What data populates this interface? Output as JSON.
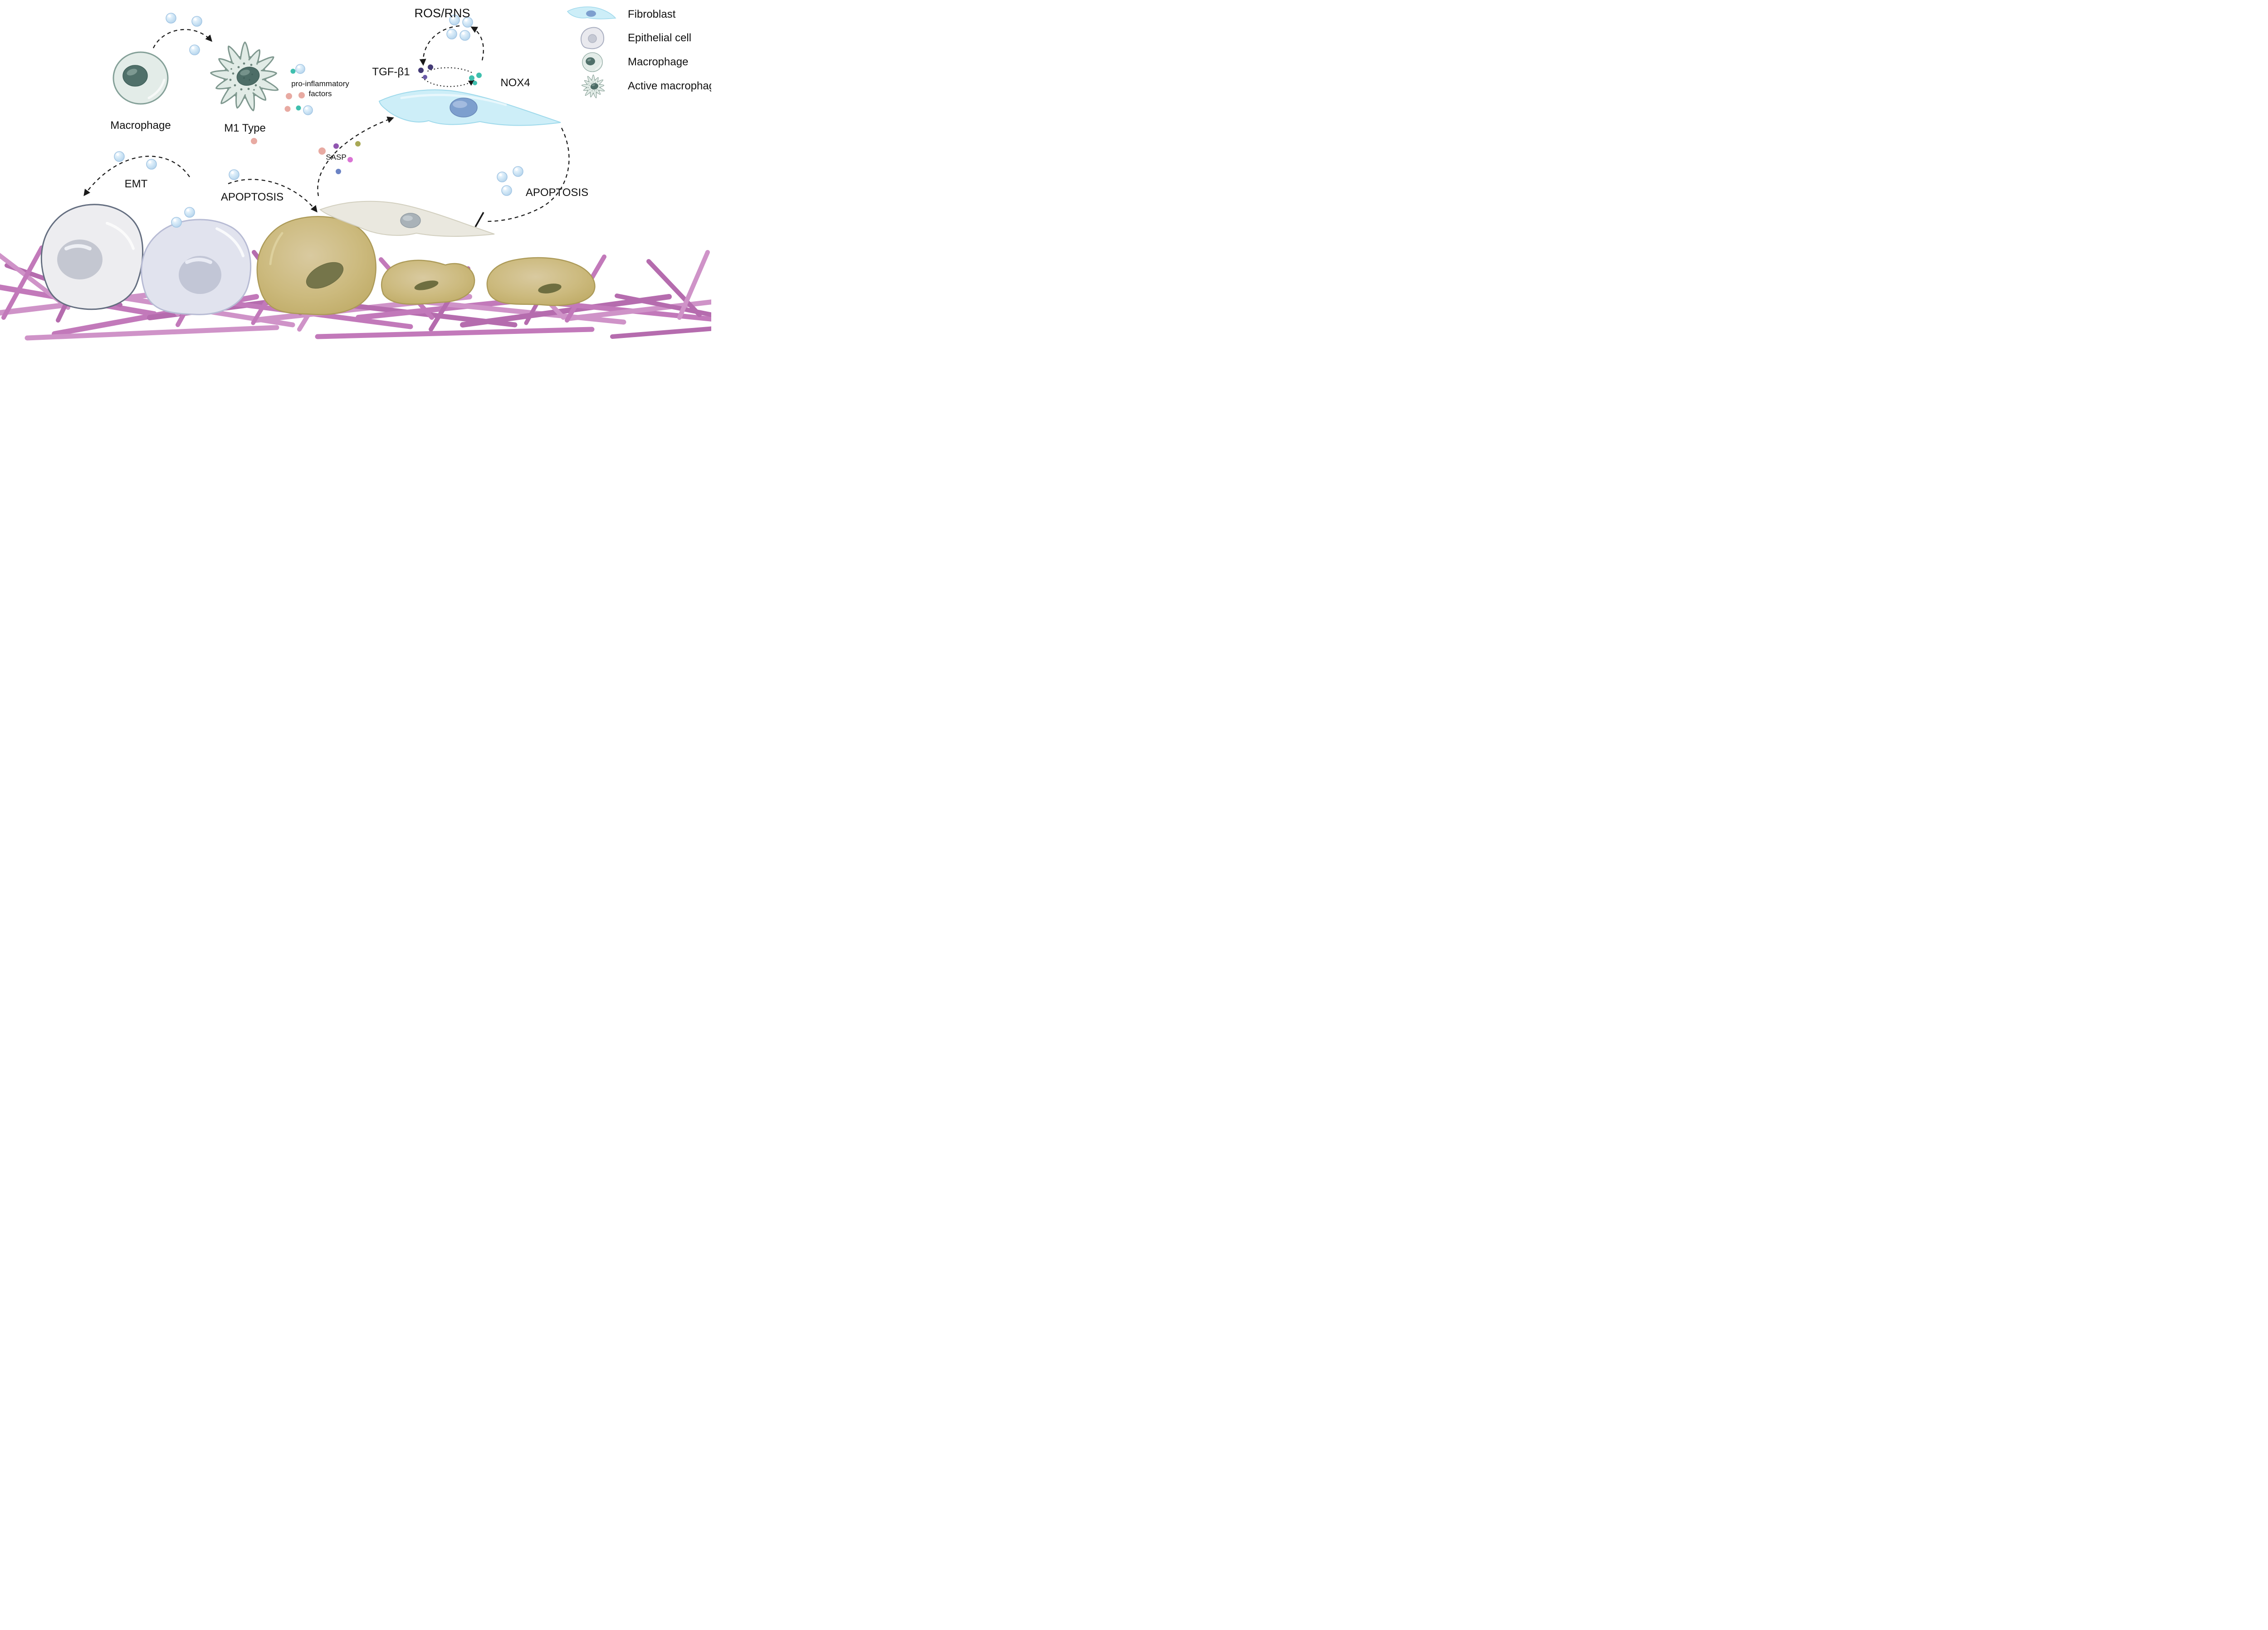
{
  "diagram": {
    "labels": {
      "macrophage": "Macrophage",
      "m1_type": "M1 Type",
      "pro_inflammatory_line1": "pro-inflammatory",
      "pro_inflammatory_line2": "factors",
      "ros_rns": "ROS/RNS",
      "tgf_b1": "TGF-β1",
      "nox4": "NOX4",
      "sasp": "SASP",
      "emt": "EMT",
      "apoptosis_left": "APOPTOSIS",
      "apoptosis_right": "APOPTOSIS"
    },
    "legend": {
      "items": [
        {
          "label": "Fibroblast"
        },
        {
          "label": "Epithelial cell"
        },
        {
          "label": "Macrophage"
        },
        {
          "label": "Active macrophage"
        }
      ]
    },
    "colors": {
      "background": "#ffffff",
      "mesh_purple": "#c279ba",
      "fibroblast_fill": "#cdeef8",
      "fibroblast_nucleus": "#7d9fce",
      "senescent_fibroblast_fill": "#eae8df",
      "senescent_fibroblast_nucleus": "#a9b2b8",
      "epithelial_fill_1": "#ededf0",
      "epithelial_fill_2": "#e1e3ee",
      "epithelial_nucleus": "#c4c7d1",
      "senescent_cell_stroke": "#ac9a58",
      "senescent_nucleus": "#75754a",
      "macrophage_fill": "#e1ebe6",
      "macrophage_nucleus": "#50706a",
      "vesicle_blue": "#cfe4f6",
      "teal_dot": "#3fbfae",
      "pink_dot": "#e8aaa2",
      "purple_dot_dark": "#433a75",
      "purple_dot_light": "#6a5aa8",
      "sasp_purple": "#9055b0",
      "sasp_olive": "#a8a855",
      "sasp_magenta": "#da74d4",
      "sasp_blue": "#6b83c4",
      "arrow": "#1a1a1a"
    }
  }
}
